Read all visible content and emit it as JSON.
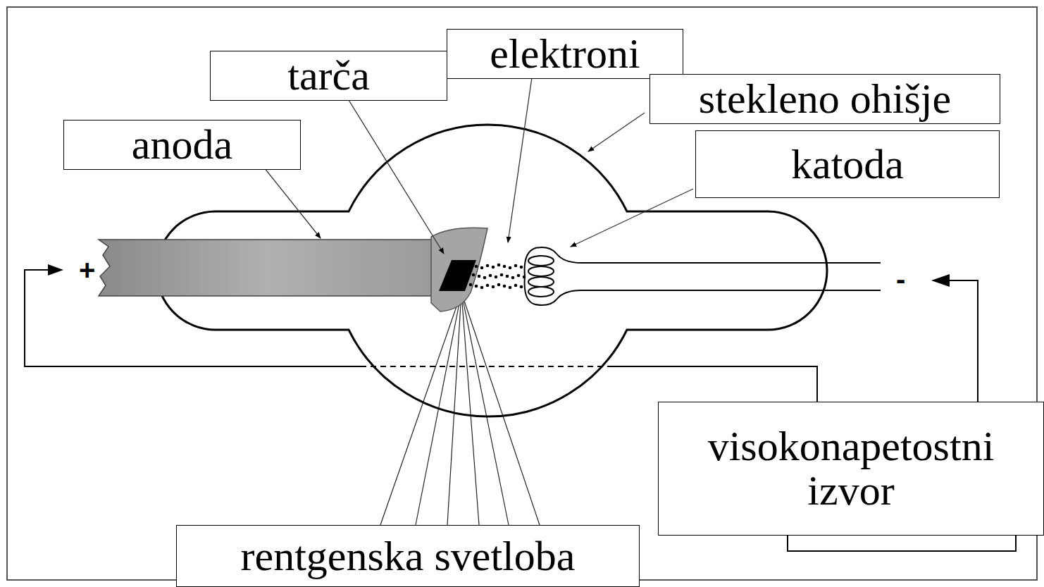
{
  "diagram": {
    "nodes": [
      {
        "text": [
          "elektroni"
        ]
      },
      {
        "text": [
          "tarča"
        ]
      },
      {
        "text": [
          "stekleno ohišje"
        ]
      },
      {
        "text": [
          "anoda"
        ]
      },
      {
        "text": [
          "katoda"
        ]
      },
      {
        "text": [
          "visokonapetostni izvor"
        ]
      },
      {
        "text": [
          "rentgenska svetloba"
        ]
      }
    ],
    "labels": [
      "+",
      "-"
    ]
  }
}
